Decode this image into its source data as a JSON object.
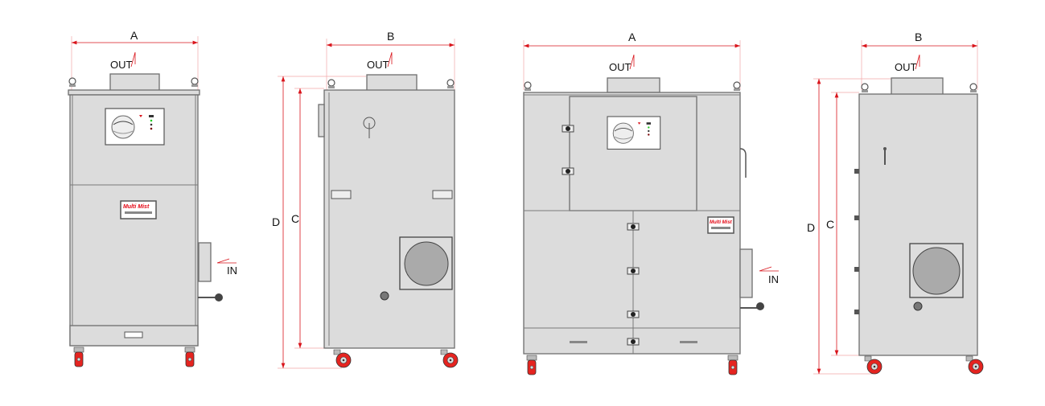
{
  "labels": {
    "width_front": "A",
    "width_side": "B",
    "height_total": "D",
    "height_body": "C",
    "outlet": "OUT",
    "inlet": "IN"
  },
  "logo": {
    "brand": "Multi Mist"
  },
  "colors": {
    "dimension": "#d9141b",
    "body": "#dcdcdc",
    "caster": "#e52420"
  }
}
